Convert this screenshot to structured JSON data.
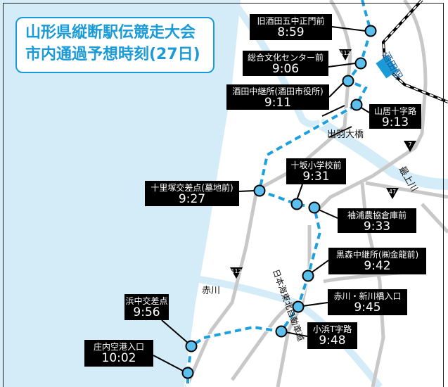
{
  "title": {
    "line1": "山形県縦断駅伝競走大会",
    "line2": "市内通過予想時刻(27日)"
  },
  "colors": {
    "route": "#1ea0dc",
    "water": "#d4ecf7",
    "road": "#c8c8c8",
    "title": "#1a9bd7",
    "label_bg": "#000000"
  },
  "stations": [
    {
      "name": "旧酒田五中正門前",
      "time": "8:59"
    },
    {
      "name": "総合文化センター前",
      "time": "9:06"
    },
    {
      "name": "酒田中継所(酒田市役所)",
      "time": "9:11"
    },
    {
      "name": "山居十字路",
      "time": "9:13"
    },
    {
      "name": "十里塚交差点(墓地前)",
      "time": "9:27"
    },
    {
      "name": "十坂小学校前",
      "time": "9:31"
    },
    {
      "name": "袖浦農協倉庫前",
      "time": "9:33"
    },
    {
      "name": "黒森中継所(㈱金龍前)",
      "time": "9:42"
    },
    {
      "name": "赤川・新川橋入口",
      "time": "9:45"
    },
    {
      "name": "小浜T字路",
      "time": "9:48"
    },
    {
      "name": "浜中交差点",
      "time": "9:56"
    },
    {
      "name": "庄内空港入口",
      "time": "10:02"
    }
  ],
  "places": {
    "station": "酒田駅",
    "bridge": "出羽大橋",
    "river1": "最上川",
    "river2": "赤川",
    "expressway": "日本海東北自動車道"
  },
  "route_shields": [
    "112",
    "7",
    "47",
    "112"
  ]
}
